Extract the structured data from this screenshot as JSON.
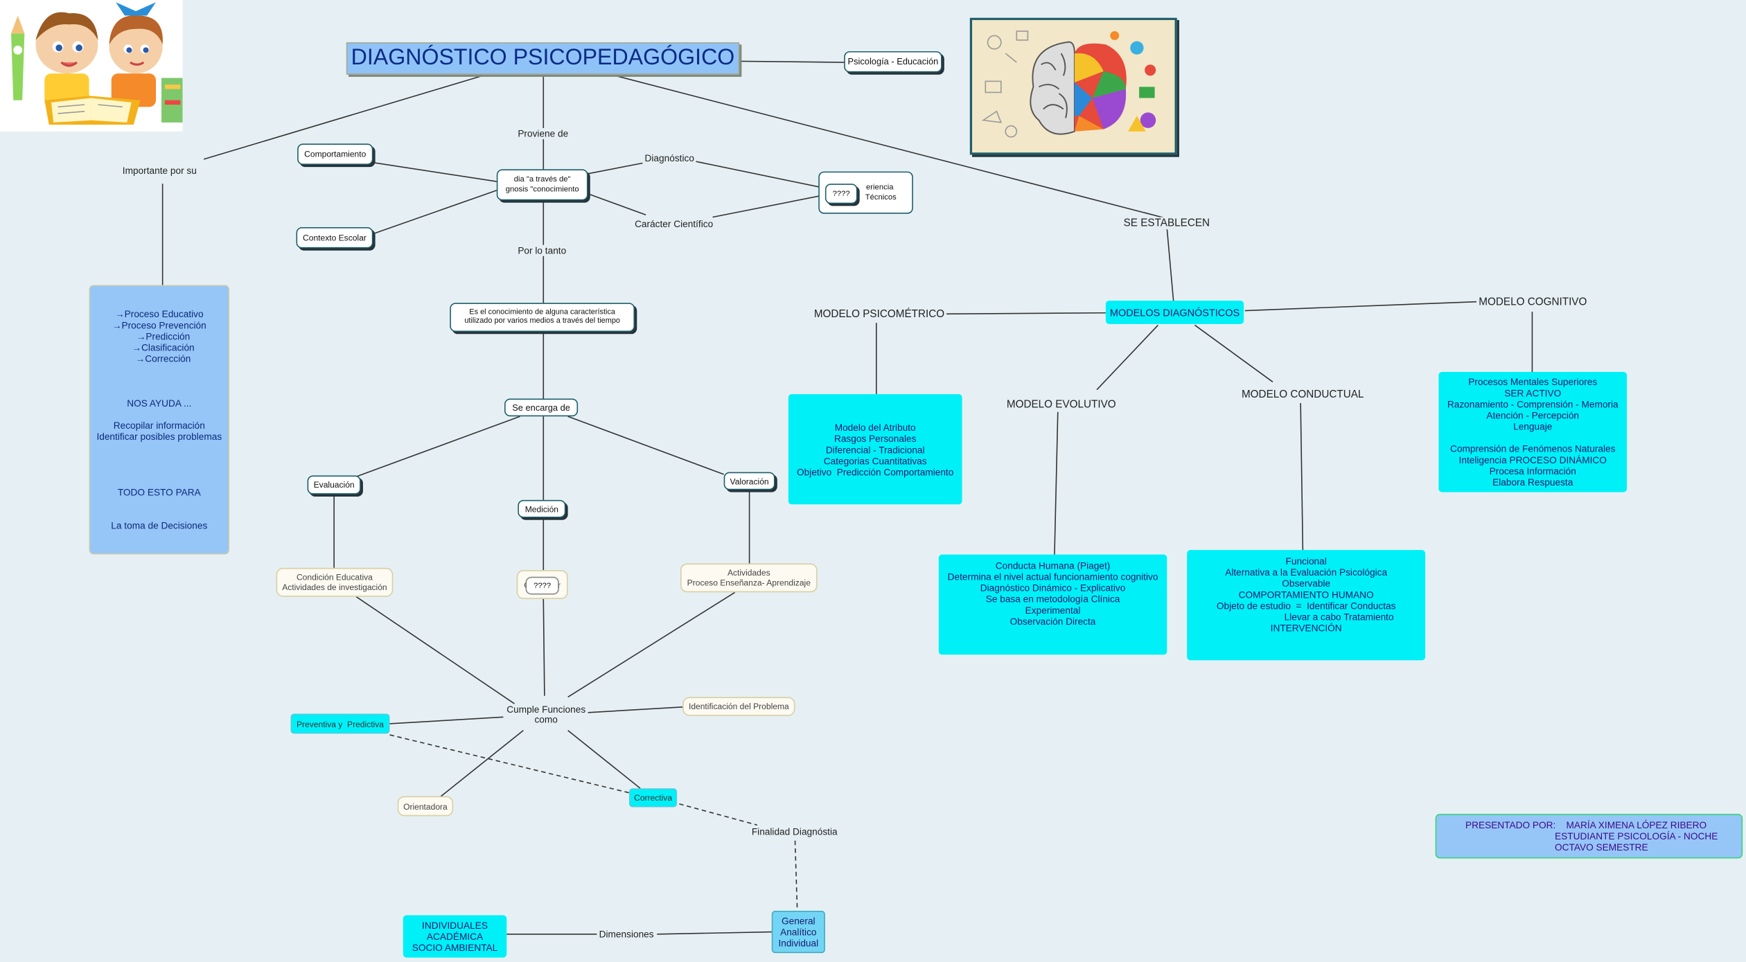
{
  "title": "DIAGNÓSTICO PSICOPEDAGÓGICO",
  "nodes": {
    "psicologia": "Psicología - Educación",
    "comportamiento": "Comportamiento",
    "contexto": "Contexto Escolar",
    "gnosis": "dia \"a través de\"\ngnosis \"conocimiento",
    "experiencia": "eriencia\n Técnicos",
    "unknown1": "????",
    "conocimiento": "Es el conocimiento de alguna característica\nutilizado por varios medios a través del tiempo",
    "se_encarga": "Se encarga de",
    "evaluacion": "Evaluación",
    "medicion": "Medición",
    "valoracion": "Valoración",
    "condicion": "Condición Educativa\nActividades de investigación",
    "medicion_child_hidden": "C            r",
    "unknown2": "????",
    "actividades": "Actividades\nProceso Enseñanza- Aprendizaje",
    "preventiva": "Preventiva y  Predictiva",
    "identificacion": "Identificación del Problema",
    "orientadora": "Orientadora",
    "correctiva": "Correctiva",
    "individuales": "INDIVIDUALES\nACADÉMICA\nSOCIO AMBIENTAL",
    "general": "General\nAnalítico\nIndividual",
    "modelos": "MODELOS DIAGNÓSTICOS",
    "psicometrico_box": "Modelo del Atributo\nRasgos Personales\nDiferencial - Tradicional\nCategorias Cuantitativas\nObjetivo  Predicción Comportamiento",
    "evolutivo_box": "Conducta Humana (Piaget)\nDetermina el nivel actual funcionamiento cognitivo\nDiagnóstico Dinámico - Explicativo\nSe basa en metodología Clínica\nExperimental\nObservación Directa",
    "conductual_box": "Funcional\nAlternativa a la Evaluación Psicológica\nObservable\nCOMPORTAMIENTO HUMANO\nObjeto de estudio  =  Identificar Conductas\n                         Llevar a cabo Tratamiento\nINTERVENCIÓN",
    "cognitivo_box": "Procesos Mentales Superiores\nSER ACTIVO\nRazonamiento - Comprensión - Memoria\nAtención - Percepción\nLenguaje\n\nComprensión de Fenómenos Naturales\nInteligencia PROCESO DINÁMICO\nProcesa Información\nElabora Respuesta",
    "left_box": "→Proceso Educativo\n→Proceso Prevención\n   →Predicción\n   →Clasificación\n   →Corrección\n\n\n\nNOS AYUDA ...\n\nRecopilar información\nIdentificar posibles problemas\n\n\n\n\nTODO ESTO PARA\n\n\nLa toma de Decisiones",
    "presentado": "PRESENTADO POR:    MARÍA XIMENA LÓPEZ RIBERO\n                                  ESTUDIANTE PSICOLOGÍA - NOCHE\n                                  OCTAVO SEMESTRE"
  },
  "labels": {
    "importante": "Importante por su",
    "proviene": "Proviene de",
    "diagnostico": "Diagnóstico",
    "caracter": "Carácter Científico",
    "por_lo_tanto": "Por lo tanto",
    "se_establecen": "SE ESTABLECEN",
    "psicometrico": "MODELO PSICOMÉTRICO",
    "cognitivo": "MODELO COGNITIVO",
    "evolutivo": "MODELO EVOLUTIVO",
    "conductual": "MODELO CONDUCTUAL",
    "cumple": "Cumple Funciones\ncomo",
    "finalidad": "Finalidad Diagnóstia",
    "dimensiones": "Dimensiones"
  }
}
